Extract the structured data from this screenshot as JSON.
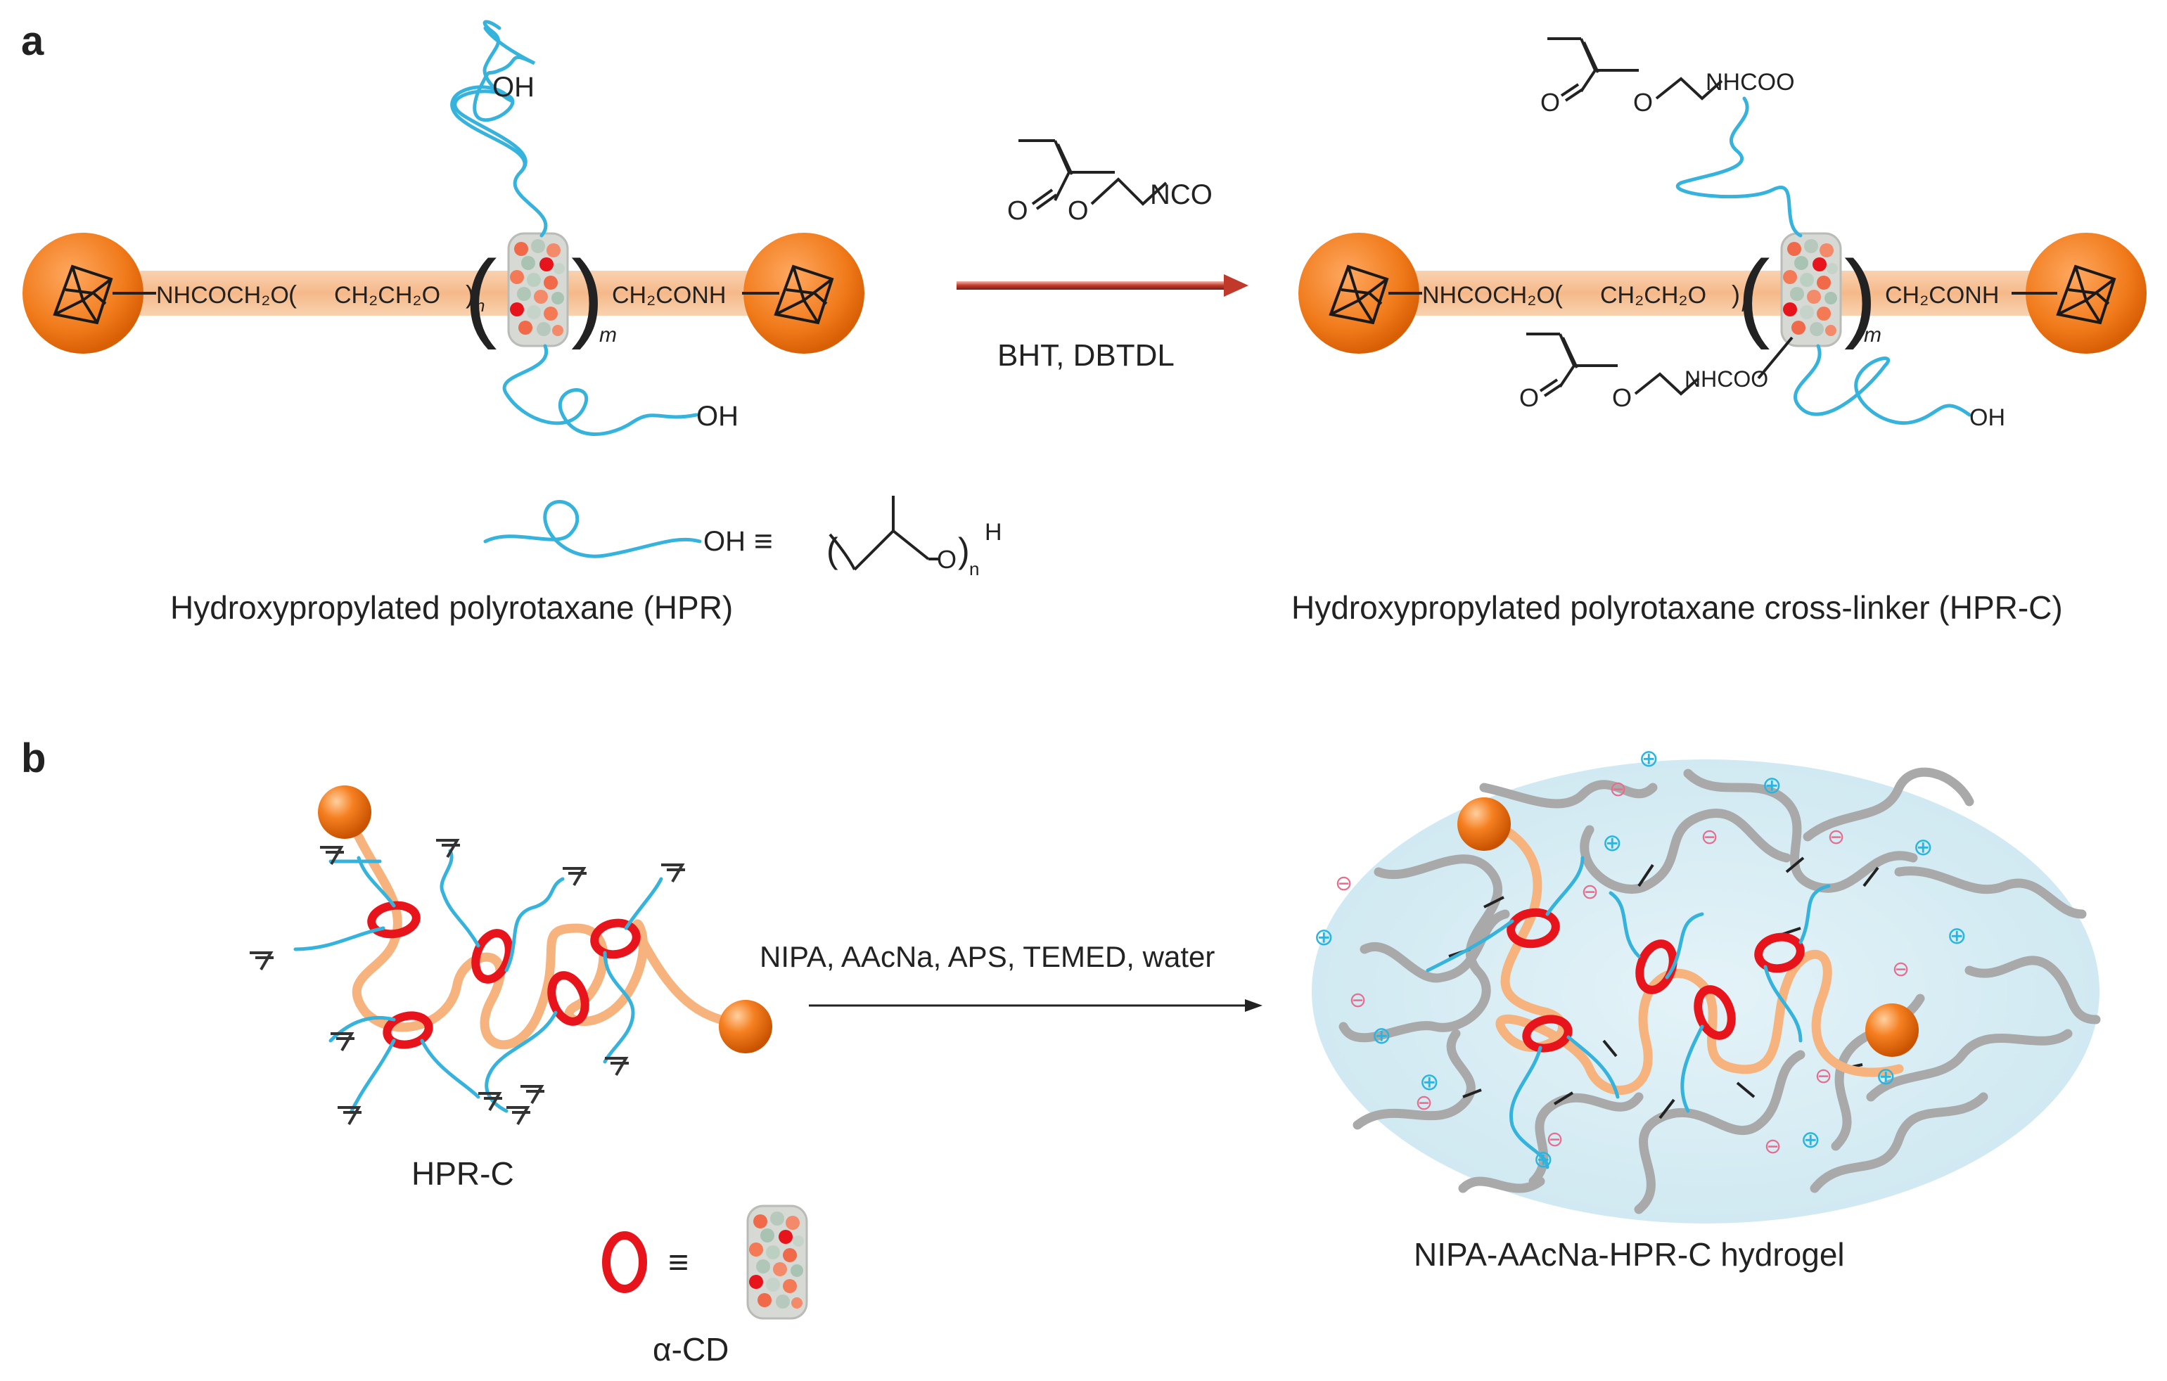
{
  "panel_a": {
    "label": "a",
    "hpr": {
      "oh_top": "OH",
      "oh_bottom": "OH",
      "backbone_left": "NHCOCH₂O",
      "peg_unit": "CH₂CH₂O",
      "n": "n",
      "m": "m",
      "backbone_right": "CH₂CONH",
      "caption": "Hydroxypropylated polyrotaxane (HPR)"
    },
    "legend_chain": {
      "oh": "OH",
      "equiv": "≡",
      "h": "H",
      "o": "O",
      "n": "n"
    },
    "reagent": {
      "top_o": "O",
      "ester_o": "O",
      "nco": "NCO",
      "conditions": "BHT, DBTDL"
    },
    "hprc": {
      "sub_top_o1": "O",
      "sub_top_o2": "O",
      "sub_top_group": "NHCOO",
      "sub_bottom_o1": "O",
      "sub_bottom_o2": "O",
      "sub_bottom_group": "NHCOO",
      "oh": "OH",
      "backbone_left": "NHCOCH₂O",
      "peg_unit": "CH₂CH₂O",
      "n": "n",
      "m": "m",
      "backbone_right": "CH₂CONH",
      "caption": "Hydroxypropylated polyrotaxane cross-linker (HPR-C)"
    }
  },
  "panel_b": {
    "label": "b",
    "hprc_label": "HPR-C",
    "conditions": "NIPA, AAcNa, APS, TEMED, water",
    "hydrogel_label": "NIPA-AAcNa-HPR-C hydrogel",
    "equiv": "≡",
    "cd_label": "α-CD",
    "plus_symbol": "⊕",
    "minus_symbol": "⊖"
  },
  "colors": {
    "stopper": "#f07a1a",
    "axle": "#f7c49a",
    "hydroxypropyl_chain": "#36b3dc",
    "cyclodextrin_ring": "#e8141b",
    "gel_background": "#d8edf4",
    "gel_chain": "#a9a9a9",
    "plus_ion": "#2ab4e0",
    "minus_ion": "#ec6a8c",
    "arrow_a": "#c0392b"
  }
}
